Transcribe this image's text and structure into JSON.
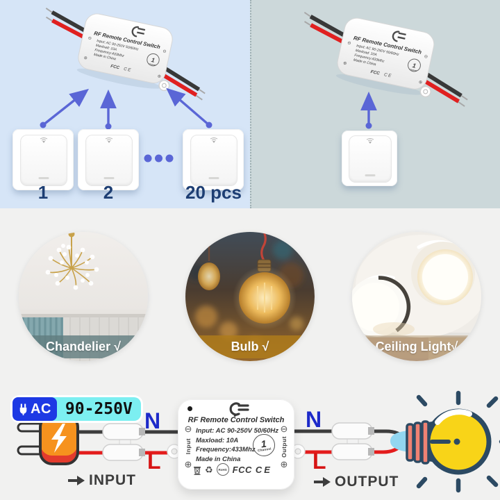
{
  "device": {
    "title": "RF Remote Control Switch",
    "input": "Input: AC 90-250V 50/60Hz",
    "maxload": "Maxload: 10A",
    "frequency": "Frequency:433Mhz",
    "made_in": "Made in China",
    "channel_number": "1",
    "channel_word": "Channel",
    "terminal_input": "Input",
    "terminal_output": "Output",
    "cert_fcc": "FCC",
    "cert_ce": "CE",
    "rohs": "RoHS"
  },
  "pairing": {
    "switch_1": "1",
    "switch_2": "2",
    "switch_many": "20 pcs"
  },
  "applications": {
    "chandelier": "Chandelier √",
    "bulb": "Bulb √",
    "ceiling": "Ceiling Light√"
  },
  "wiring": {
    "badge_ac": "AC",
    "badge_voltage": "90-250V",
    "neutral": "N",
    "live": "L",
    "input_label": "INPUT",
    "output_label": "OUTPUT"
  },
  "icons": {
    "recycle": "♻",
    "terminal_minus": "⊖",
    "terminal_plus": "⊕"
  },
  "colors": {
    "arrow_accent": "#5a66d6",
    "pane_left_bg": "#d6e5f7",
    "pane_right_bg": "#ccd8da",
    "wire_neutral": "#3d3d3d",
    "wire_live": "#e31c1c",
    "badge_blue": "#1d39e4",
    "badge_cyan": "#7ceff1",
    "bulb_yellow": "#f8d418",
    "bulb_outline": "#2c4a63"
  }
}
